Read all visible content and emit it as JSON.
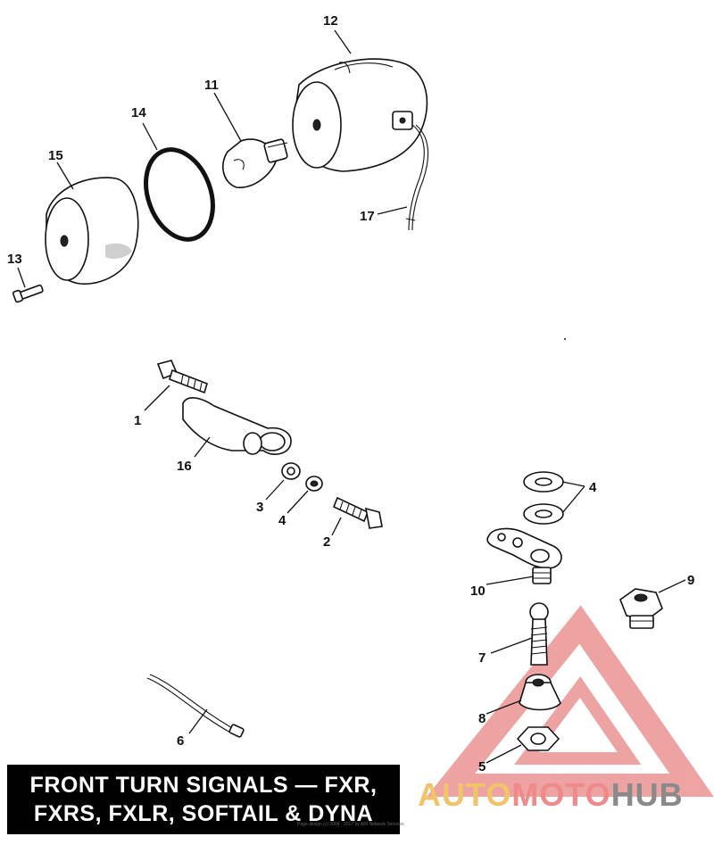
{
  "callouts": [
    {
      "id": "12",
      "label": "12"
    },
    {
      "id": "11",
      "label": "11"
    },
    {
      "id": "14",
      "label": "14"
    },
    {
      "id": "15",
      "label": "15"
    },
    {
      "id": "13",
      "label": "13"
    },
    {
      "id": "17",
      "label": "17"
    },
    {
      "id": "1",
      "label": "1"
    },
    {
      "id": "16",
      "label": "16"
    },
    {
      "id": "3",
      "label": "3"
    },
    {
      "id": "4a",
      "label": "4"
    },
    {
      "id": "2",
      "label": "2"
    },
    {
      "id": "4b",
      "label": "4"
    },
    {
      "id": "10",
      "label": "10"
    },
    {
      "id": "9",
      "label": "9"
    },
    {
      "id": "7",
      "label": "7"
    },
    {
      "id": "8",
      "label": "8"
    },
    {
      "id": "5",
      "label": "5"
    },
    {
      "id": "6",
      "label": "6"
    }
  ],
  "title": {
    "line1": "FRONT TURN SIGNALS — FXR,",
    "line2": "FXRS, FXLR, SOFTAIL & DYNA"
  },
  "watermark": {
    "part1": "AUTO",
    "part2": "MOTO",
    "part3": "HUB",
    "colors": {
      "auto": "#f2c46a",
      "moto": "#f08a8a",
      "hub": "#8a8a8a",
      "triangle": "#e98585"
    }
  },
  "copyright": "Page design (c) 2004 - 2017 by ARI Network Services"
}
